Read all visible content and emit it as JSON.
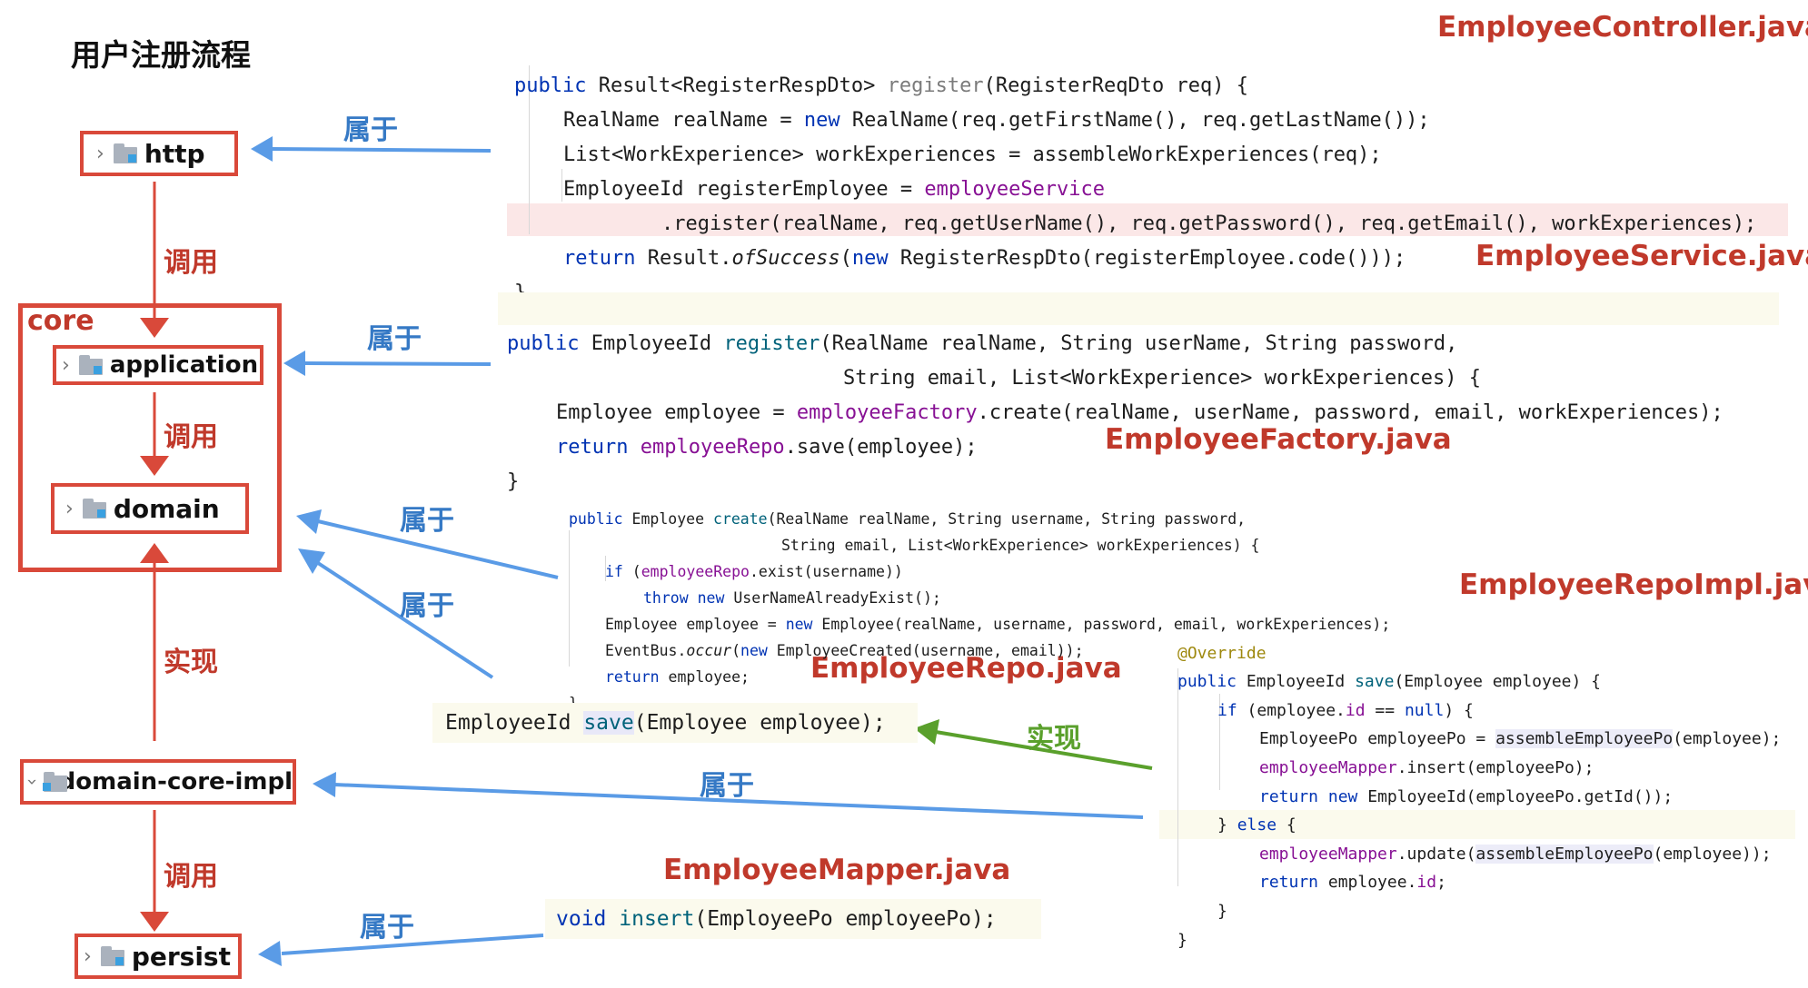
{
  "title": "用户注册流程",
  "packages": {
    "http": "http",
    "core": "core",
    "application": "application",
    "domain": "domain",
    "domain_core_impl": "domain-core-impl",
    "persist": "persist"
  },
  "arrow_labels": {
    "call": "调用",
    "belongs": "属于",
    "impl": "实现"
  },
  "files": {
    "controller": "EmployeeController.java",
    "service": "EmployeeService.java",
    "factory": "EmployeeFactory.java",
    "repo_impl": "EmployeeRepoImpl.java",
    "repo": "EmployeeRepo.java",
    "mapper": "EmployeeMapper.java"
  },
  "colors": {
    "red": "#d9493a",
    "blue": "#5a9be6",
    "green": "#5aa02c"
  },
  "code": {
    "controller": {
      "l1a": "public",
      "l1b": " Result<RegisterRespDto> ",
      "l1c": "register",
      "l1d": "(RegisterReqDto req) {",
      "l2a": "RealName realName = ",
      "l2b": "new",
      "l2c": " RealName(req.getFirstName(), req.getLastName());",
      "l3": "List<WorkExperience> workExperiences = assembleWorkExperiences(req);",
      "l4a": "EmployeeId registerEmployee = ",
      "l4b": "employeeService",
      "l5": ".register(realName, req.getUserName(), req.getPassword(), req.getEmail(), workExperiences);",
      "l6a": "return",
      "l6b": " Result.",
      "l6c": "ofSuccess",
      "l6d": "(",
      "l6e": "new",
      "l6f": " RegisterRespDto(registerEmployee.code()));",
      "l7": "}"
    },
    "service": {
      "l1a": "public",
      "l1b": " EmployeeId ",
      "l1c": "register",
      "l1d": "(RealName realName, String userName, String password,",
      "l2": "String email, List<WorkExperience> workExperiences) {",
      "l3a": "Employee employee = ",
      "l3b": "employeeFactory",
      "l3c": ".create(realName, userName, password, email, workExperiences);",
      "l4a": "return",
      "l4b": " ",
      "l4c": "employeeRepo",
      "l4d": ".save(employee);",
      "l5": "}"
    },
    "factory": {
      "l1a": "public",
      "l1b": " Employee ",
      "l1c": "create",
      "l1d": "(RealName realName, String username, String password,",
      "l2": "String email, List<WorkExperience> workExperiences) {",
      "l3a": "if",
      "l3b": " (",
      "l3c": "employeeRepo",
      "l3d": ".exist(username))",
      "l4a": "throw",
      "l4b": " ",
      "l4c": "new",
      "l4d": " UserNameAlreadyExist();",
      "l5a": "Employee employee = ",
      "l5b": "new",
      "l5c": " Employee(realName, username, password, email, workExperiences);",
      "l6a": "EventBus.",
      "l6b": "occur",
      "l6c": "(",
      "l6d": "new",
      "l6e": " EmployeeCreated(username, email));",
      "l7a": "return",
      "l7b": " employee;",
      "l8": "}"
    },
    "repo": {
      "a": "EmployeeId ",
      "b": "save",
      "c": "(Employee employee);"
    },
    "mapper": {
      "a": "void",
      "b": " ",
      "c": "insert",
      "d": "(EmployeePo employeePo);"
    },
    "repo_impl": {
      "l1": "@Override",
      "l2a": "public",
      "l2b": " EmployeeId ",
      "l2c": "save",
      "l2d": "(Employee employee) {",
      "l3a": "if",
      "l3b": " (employee.",
      "l3c": "id",
      "l3d": " == ",
      "l3e": "null",
      "l3f": ") {",
      "l4a": "EmployeePo employeePo = ",
      "l4b": "assembleEmployeePo",
      "l4c": "(employee);",
      "l5a": "employeeMapper",
      "l5b": ".insert(employeePo);",
      "l6a": "return",
      "l6b": " ",
      "l6c": "new",
      "l6d": " EmployeeId(employeePo.getId());",
      "l7a": "} ",
      "l7b": "else",
      "l7c": " {",
      "l8a": "employeeMapper",
      "l8b": ".update(",
      "l8c": "assembleEmployeePo",
      "l8d": "(employee));",
      "l9a": "return",
      "l9b": " employee.",
      "l9c": "id",
      "l9d": ";",
      "l10": "}",
      "l11": "}"
    }
  }
}
